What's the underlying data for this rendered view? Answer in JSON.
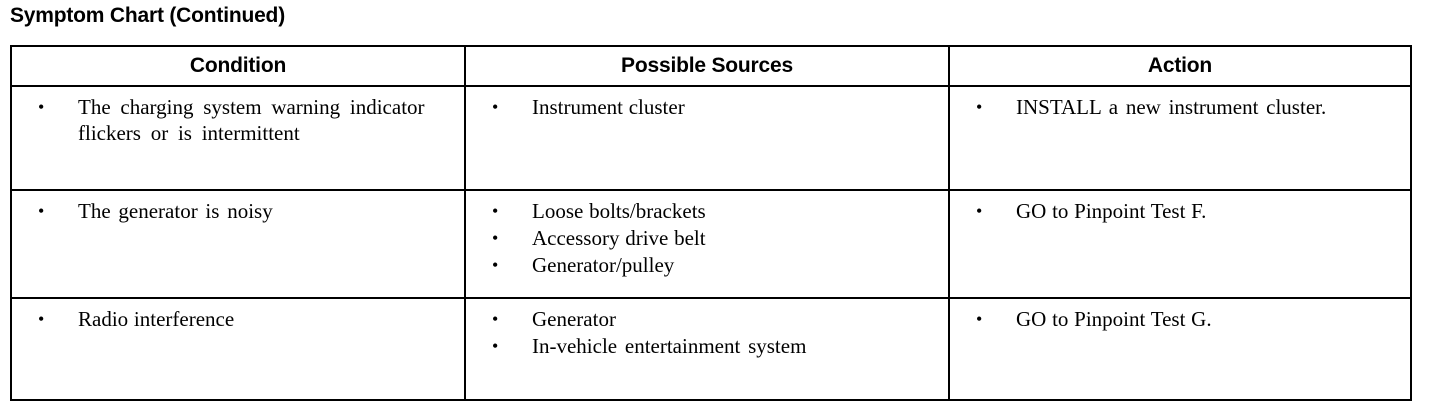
{
  "document": {
    "title": "Symptom Chart (Continued)"
  },
  "table": {
    "columns": [
      {
        "key": "condition",
        "label": "Condition"
      },
      {
        "key": "sources",
        "label": "Possible Sources"
      },
      {
        "key": "action",
        "label": "Action"
      }
    ],
    "bullet_glyph": "•",
    "rows": [
      {
        "condition": [
          "The charging system warning indicator flickers or is intermittent"
        ],
        "sources": [
          "Instrument cluster"
        ],
        "action": [
          "INSTALL a new instrument cluster."
        ]
      },
      {
        "condition": [
          "The generator is noisy"
        ],
        "sources": [
          "Loose bolts/brackets",
          "Accessory drive belt",
          "Generator/pulley"
        ],
        "action": [
          "GO to Pinpoint Test F."
        ]
      },
      {
        "condition": [
          "Radio interference"
        ],
        "sources": [
          "Generator",
          "In-vehicle entertainment system"
        ],
        "action": [
          "GO to Pinpoint Test G."
        ]
      }
    ]
  },
  "colors": {
    "text": "#000000",
    "background": "#ffffff",
    "border": "#000000"
  }
}
